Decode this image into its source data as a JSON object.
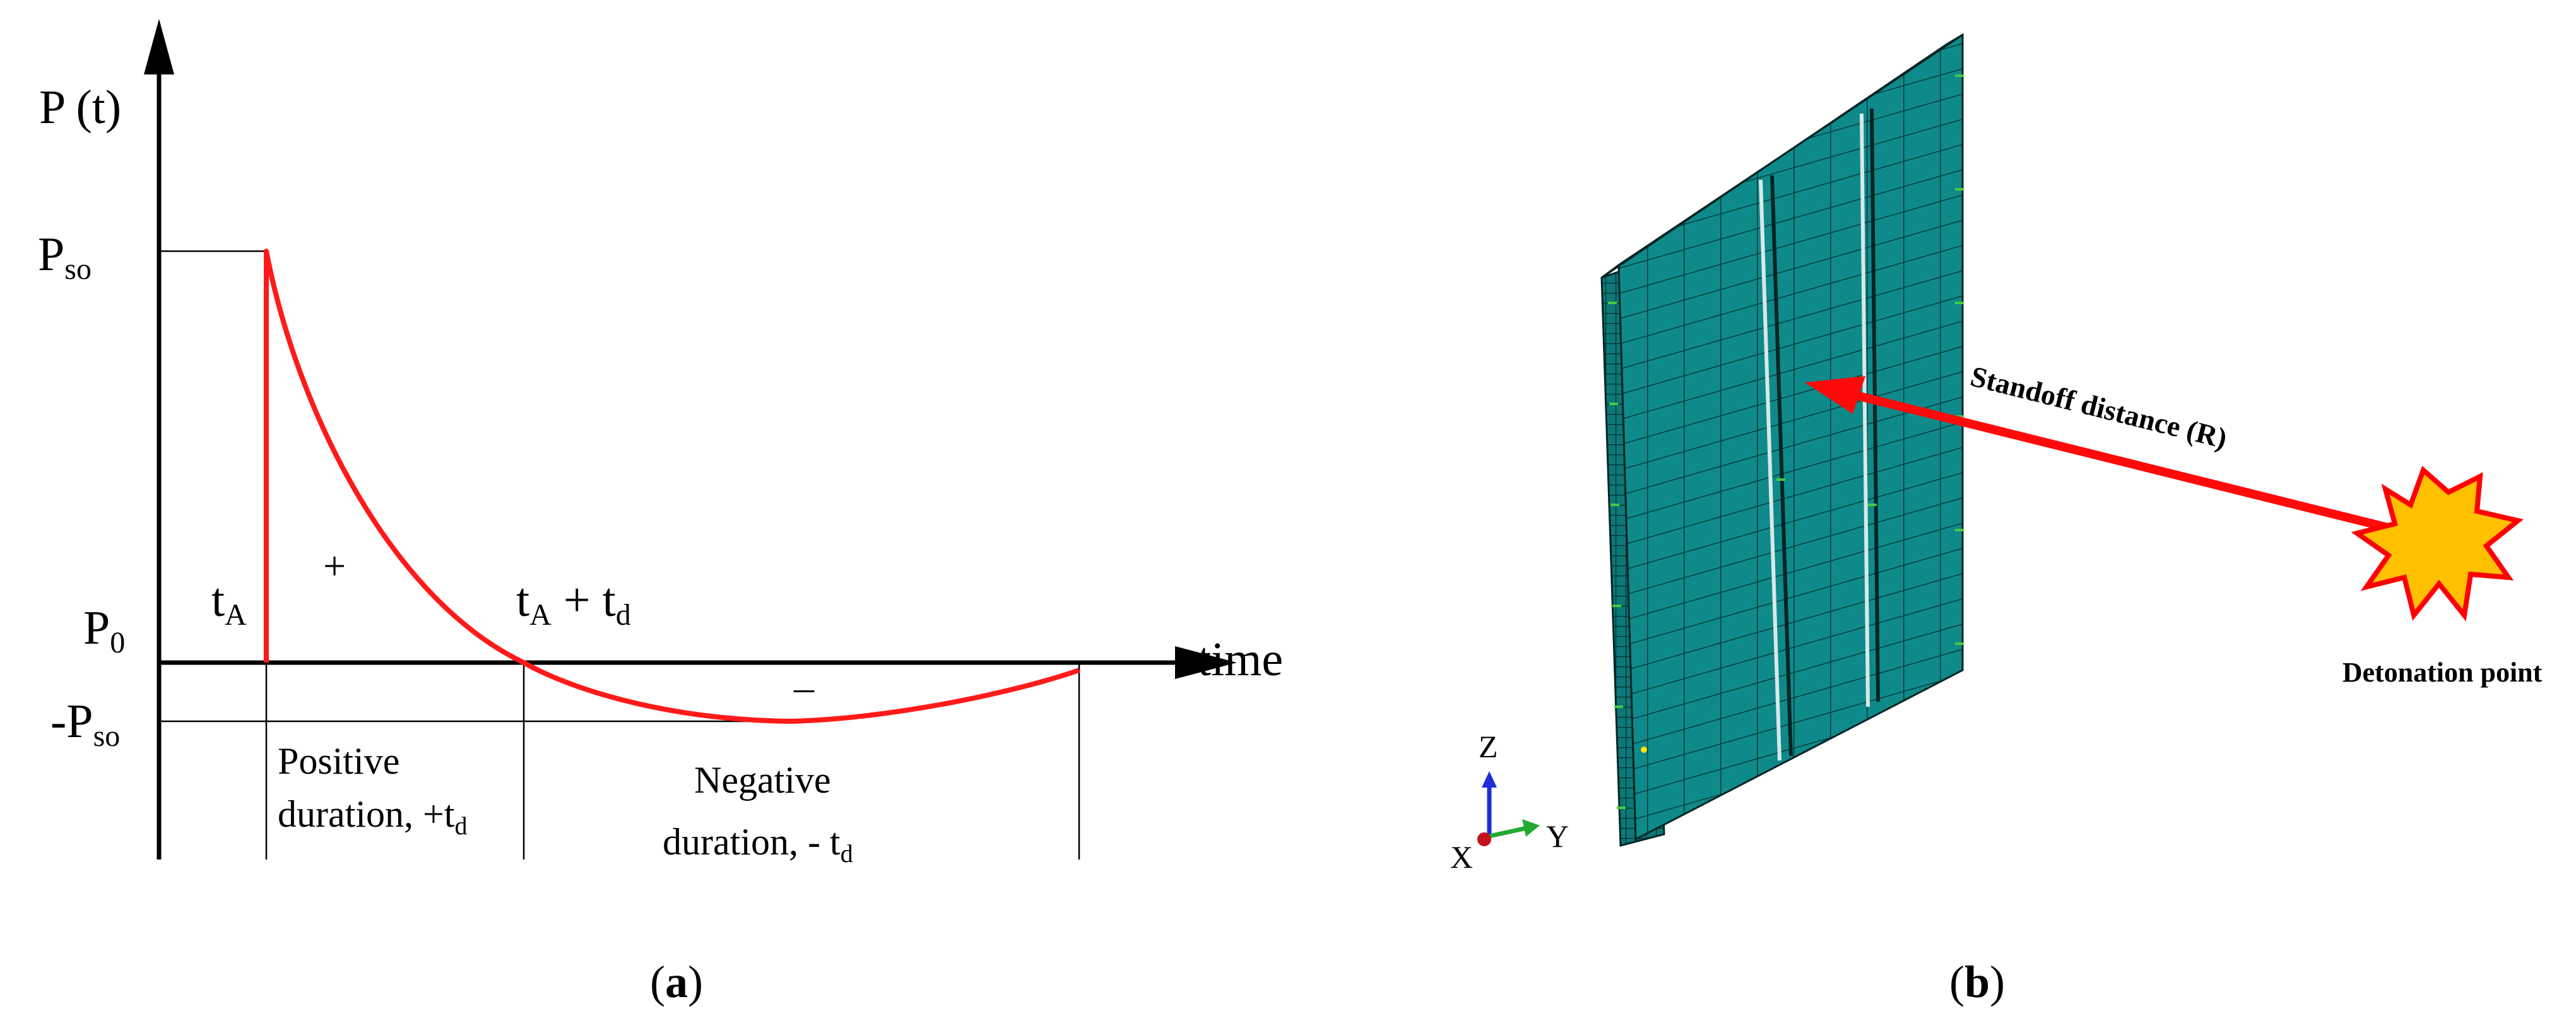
{
  "panel_a": {
    "y_axis_label": "P (t)",
    "x_axis_label": "time",
    "peak_label": {
      "main": "P",
      "sub": "so"
    },
    "baseline_label": {
      "main": "P",
      "sub": "0"
    },
    "negative_peak_label": {
      "main": "-P",
      "sub": "so"
    },
    "arrival_label": {
      "main": "t",
      "sub": "A"
    },
    "end_positive_label": {
      "main1": "t",
      "sub1": "A",
      "mid": " + t",
      "sub2": "d"
    },
    "positive_sign": "+",
    "negative_sign": "–",
    "positive_duration_line1": "Positive",
    "positive_duration_line2": "duration, +t",
    "positive_duration_sub": "d",
    "negative_duration_line1": "Negative",
    "negative_duration_line2": "duration, - t",
    "negative_duration_sub": "d",
    "curve_color": "#ff1a1a",
    "caption_letter": "a"
  },
  "panel_b": {
    "standoff_label": "Standoff distance (R)",
    "detonation_label": "Detonation point",
    "axis_z": "Z",
    "axis_y": "Y",
    "axis_x": "X",
    "wall_color": "#0f8a8a",
    "mesh_color": "#043b3b",
    "arrow_color": "#ff0a0a",
    "burst_fill": "#ffc000",
    "burst_stroke": "#ff0000",
    "caption_letter": "b"
  }
}
